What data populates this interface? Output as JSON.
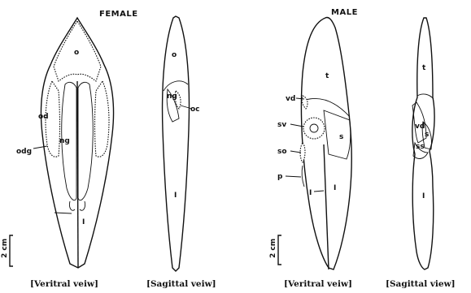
{
  "female": {
    "title": "FEMALE",
    "ventral": {
      "caption": "[Veritral veiw]",
      "labels": {
        "ovary": "o",
        "oviduct": "od",
        "nidamental_gland": "ng",
        "oviducal_gland": "odg",
        "intestine": "I"
      }
    },
    "sagittal": {
      "caption": "[Sagittal veiw]",
      "labels": {
        "ovary": "o",
        "nidamental_gland": "ng",
        "oviduct_opening": "oc",
        "intestine": "I"
      }
    },
    "scale_bar": "2 cm"
  },
  "male": {
    "title": "MALE",
    "ventral": {
      "caption": "[Veritral veiw]",
      "labels": {
        "testis": "t",
        "vas_deferens": "vd",
        "seminal_vesicle": "sv",
        "spermatophoric_organ": "so",
        "penis": "p",
        "sac": "s",
        "intestine_a": "I",
        "intestine_b": "I"
      }
    },
    "sagittal": {
      "caption": "[Sagittal view]",
      "labels": {
        "testis": "t",
        "vas_deferens": "vd",
        "sac": "s",
        "spermatophoric_sac": "ss",
        "intestine": "I"
      }
    },
    "scale_bar": "2 cm"
  }
}
